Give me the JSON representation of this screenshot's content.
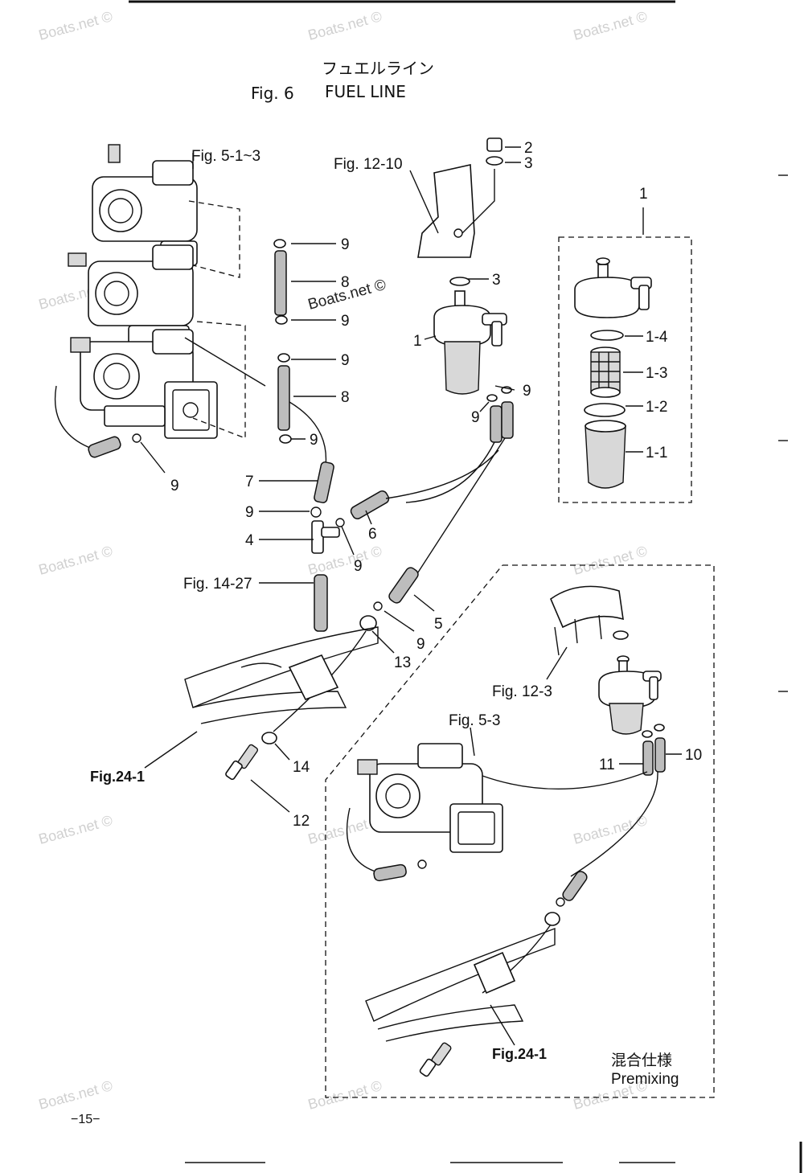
{
  "header": {
    "title_jp": "フュエルライン",
    "fig_label": "Fig. 6",
    "fig_title": "FUEL LINE"
  },
  "watermark": "Boats.net ©",
  "refs": {
    "fig5_1_3": "Fig. 5-1~3",
    "fig12_10": "Fig. 12-10",
    "fig14_27": "Fig. 14-27",
    "fig24_1_left": "Fig.24-1",
    "fig12_3": "Fig. 12-3",
    "fig5_3": "Fig. 5-3",
    "fig24_1_right": "Fig.24-1"
  },
  "parts": {
    "p1_top": "1",
    "p1": "1",
    "p1_4": "1-4",
    "p1_3": "1-3",
    "p1_2": "1-2",
    "p1_1": "1-1",
    "p2": "2",
    "p3_top": "3",
    "p3": "3",
    "p4": "4",
    "p5": "5",
    "p6": "6",
    "p7": "7",
    "p8_a": "8",
    "p8_b": "8",
    "p9_a": "9",
    "p9_b": "9",
    "p9_c": "9",
    "p9_d": "9",
    "p9_e": "9",
    "p9_f": "9",
    "p9_g": "9",
    "p9_h": "9",
    "p9_i": "9",
    "p9_j": "9",
    "p10": "10",
    "p11": "11",
    "p12": "12",
    "p13": "13",
    "p14": "14"
  },
  "premix": {
    "label_jp": "混合仕様",
    "label_en": "Premixing"
  },
  "page_number": "−15−"
}
